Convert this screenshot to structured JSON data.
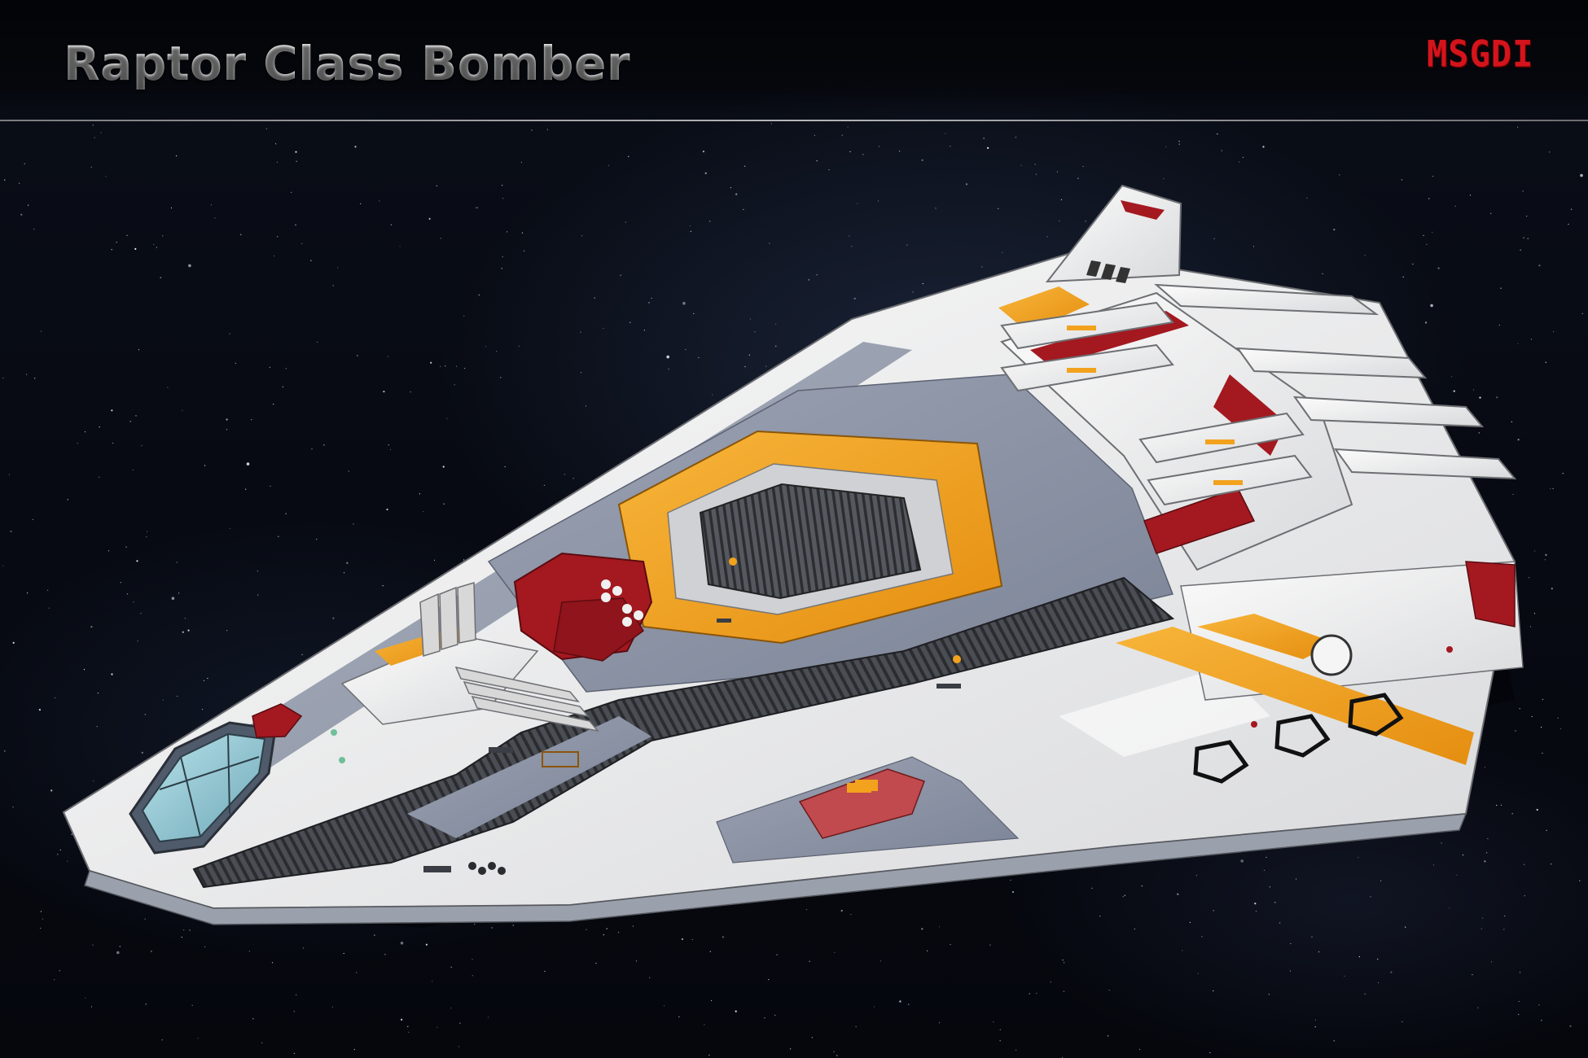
{
  "page": {
    "title": "Raptor Class Bomber",
    "brand": "MSGDI"
  },
  "colors": {
    "background": "#05070d",
    "hull_white": "#eeeff0",
    "hull_grey": "#8a93a6",
    "accent_orange": "#f2a21c",
    "accent_red": "#a41820",
    "cockpit_glass": "#8fc7d3",
    "brand_red": "#d4141c"
  },
  "icons": {
    "ship": "raptor-bomber-model"
  }
}
